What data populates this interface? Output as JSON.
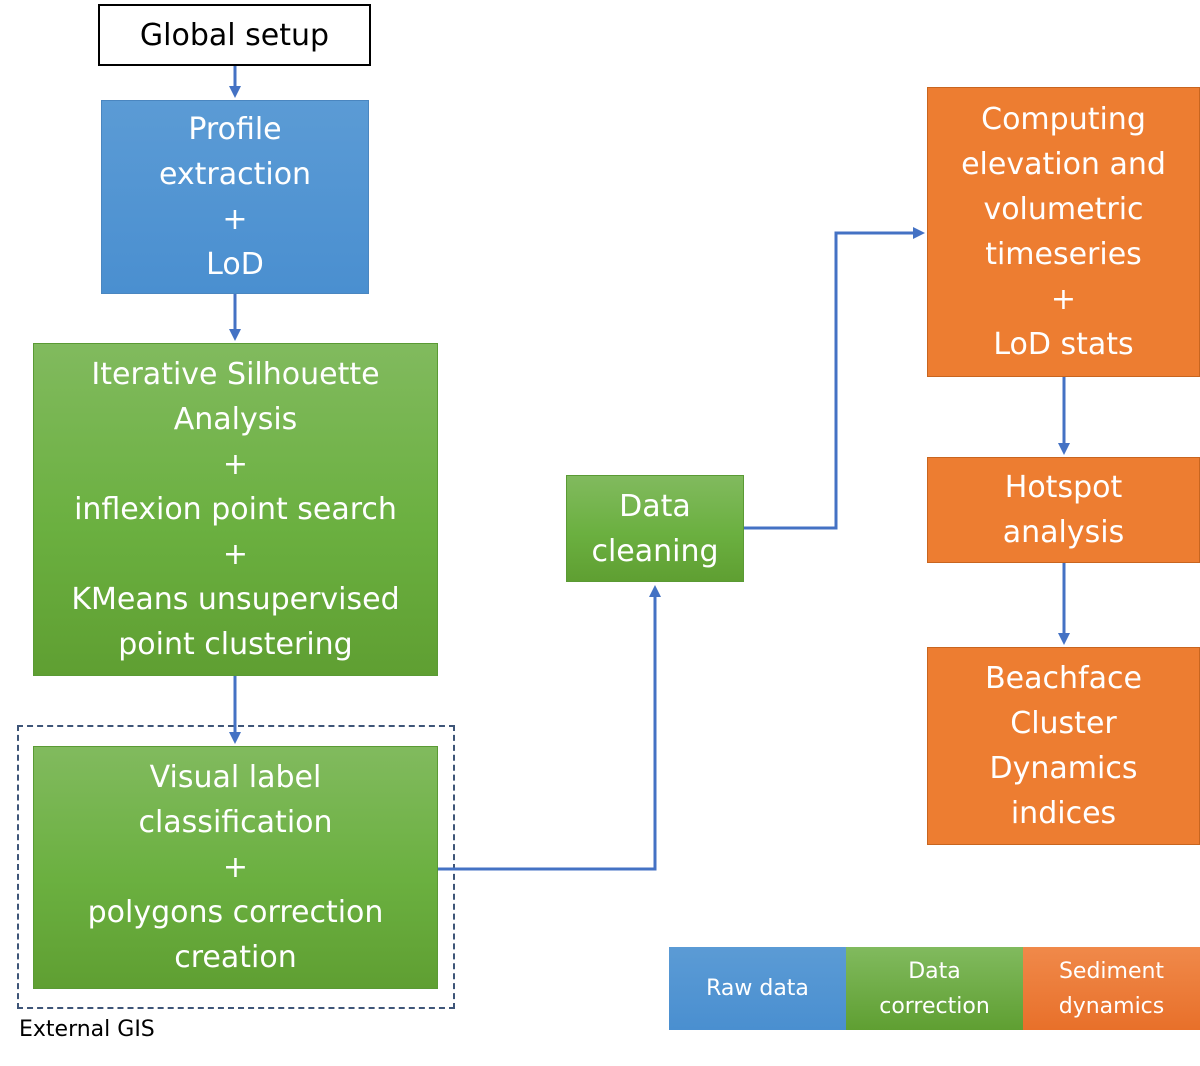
{
  "nodes": {
    "global_setup": "Global setup",
    "profile_extraction": [
      "Profile",
      "extraction",
      "+",
      "LoD"
    ],
    "silhouette": [
      "Iterative Silhouette",
      "Analysis",
      "+",
      "inflexion point search",
      "+",
      "KMeans unsupervised",
      "point clustering"
    ],
    "visual_label": [
      "Visual label",
      "classification",
      "+",
      "polygons correction",
      "creation"
    ],
    "data_cleaning": [
      "Data",
      "cleaning"
    ],
    "computing": [
      "Computing",
      "elevation and",
      "volumetric",
      "timeseries",
      "+",
      "LoD stats"
    ],
    "hotspot": [
      "Hotspot",
      "analysis"
    ],
    "beachface": [
      "Beachface",
      "Cluster",
      "Dynamics",
      "indices"
    ]
  },
  "external_gis": "External GIS",
  "legend": {
    "raw": [
      "Raw data"
    ],
    "correction": [
      "Data",
      "correction"
    ],
    "sediment": [
      "Sediment",
      "dynamics"
    ]
  },
  "colors": {
    "raw_data": "#5b9bd5",
    "data_correction": "#70ad47",
    "sediment_dynamics": "#ed7d31",
    "connector": "#4472c4"
  }
}
